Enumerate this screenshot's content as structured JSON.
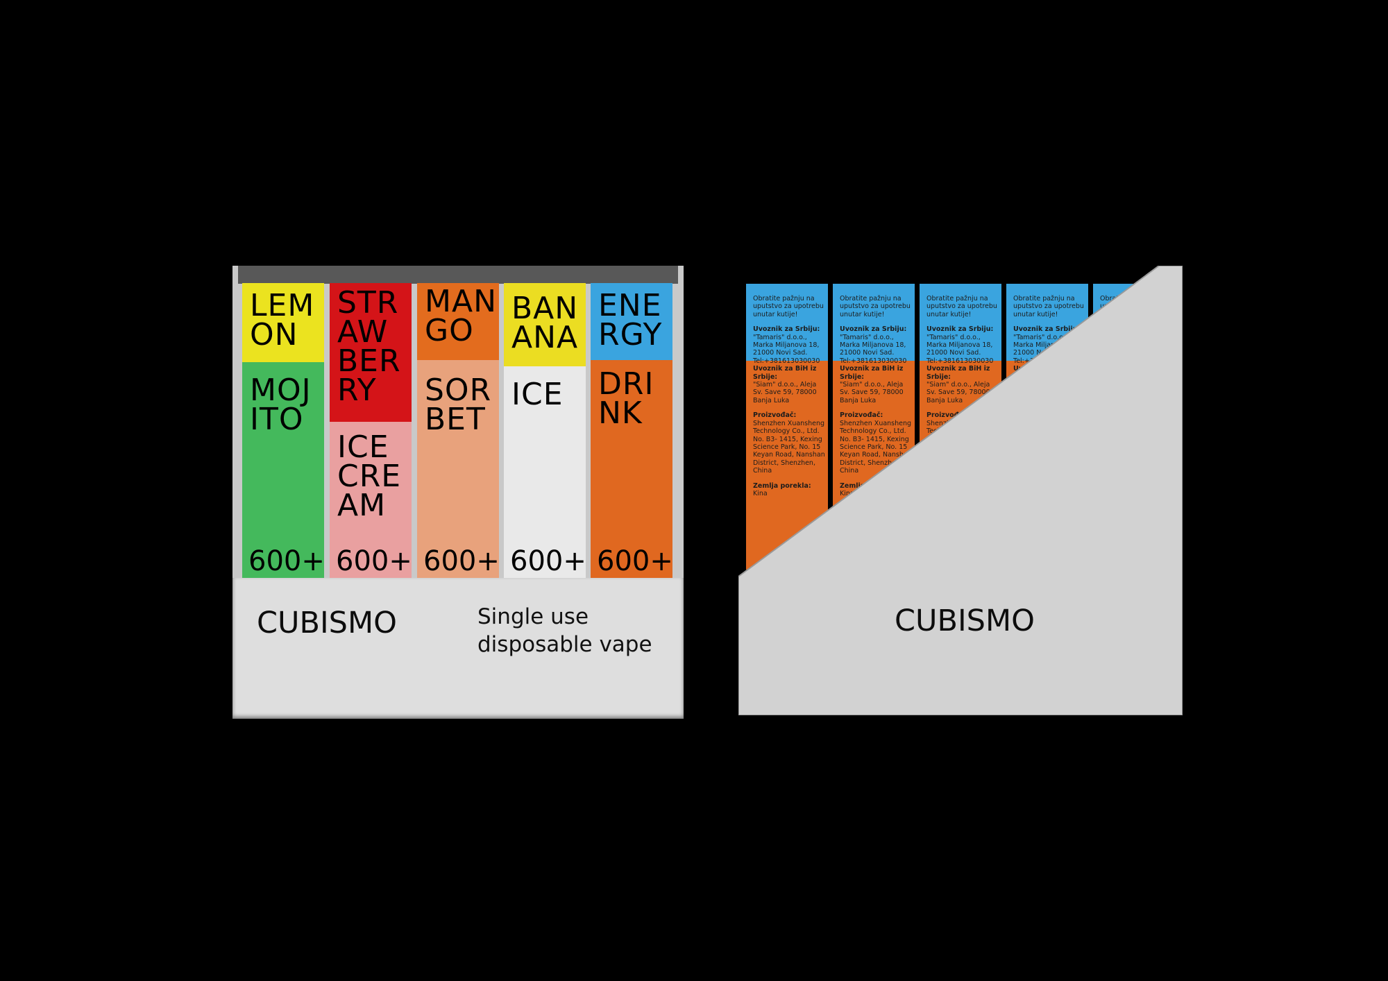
{
  "left_display": {
    "flavors": [
      {
        "top": "LEM\nON",
        "bottom": "MOJ\nITO",
        "count": "600+",
        "colors": {
          "top": "#ebe31f",
          "bottom": "#44b95c",
          "top_text": "#1a1a1a",
          "bottom_text": "#1a1a1a"
        }
      },
      {
        "top": "STR\nAW\nBER\nRY",
        "bottom": "ICE\nCRE\nAM",
        "count": "600+",
        "colors": {
          "top": "#d41418",
          "bottom": "#e9a0a0",
          "top_text": "#1a1a1a",
          "bottom_text": "#1a1a1a"
        }
      },
      {
        "top": "MAN\nGO",
        "bottom": "SOR\nBET",
        "count": "600+",
        "colors": {
          "top": "#e36c1e",
          "bottom": "#e8a27c",
          "top_text": "#1a1a1a",
          "bottom_text": "#1a1a1a"
        }
      },
      {
        "top": "BAN\nANA",
        "bottom": "ICE",
        "count": "600+",
        "colors": {
          "top": "#ebdd22",
          "bottom": "#e9e9e9",
          "top_text": "#1a1a1a",
          "bottom_text": "#1a1a1a"
        }
      },
      {
        "top": "ENE\nRGY",
        "bottom": "DRI\nNK",
        "count": "600+",
        "colors": {
          "top": "#3aa4df",
          "bottom": "#e06820",
          "top_text": "#1a1a1a",
          "bottom_text": "#1a1a1a"
        }
      }
    ],
    "brand": "CUBISMO",
    "tagline": "Single use disposable vape"
  },
  "right_display": {
    "brand": "CUBISMO",
    "label": {
      "notice": "Obratite pažnju na uputstvo za upotrebu unutar kutije!",
      "importer_rs_title": "Uvoznik za Srbiju:",
      "importer_rs": "\"Tamaris\" d.o.o., Marka Miljanova 18, 21000 Novi Sad. Tel:+381613030030",
      "importer_bih_title": "Uvoznik za BiH iz Srbije:",
      "importer_bih": "\"Siam\" d.o.o., Aleja Sv. Save 59, 78000 Banja Luka",
      "manufacturer_title": "Proizvođač:",
      "manufacturer": "Shenzhen Xuansheng Technology Co., Ltd. No. B3- 1415, Kexing Science Park, No. 15 Keyan Road, Nanshan District, Shenzhen, China",
      "origin_title": "Zemlja porekla:",
      "origin": "Kina"
    },
    "colors": {
      "label_top": "#3aa4df",
      "label_bottom": "#e06820",
      "cover": "#d2d2d2"
    }
  }
}
